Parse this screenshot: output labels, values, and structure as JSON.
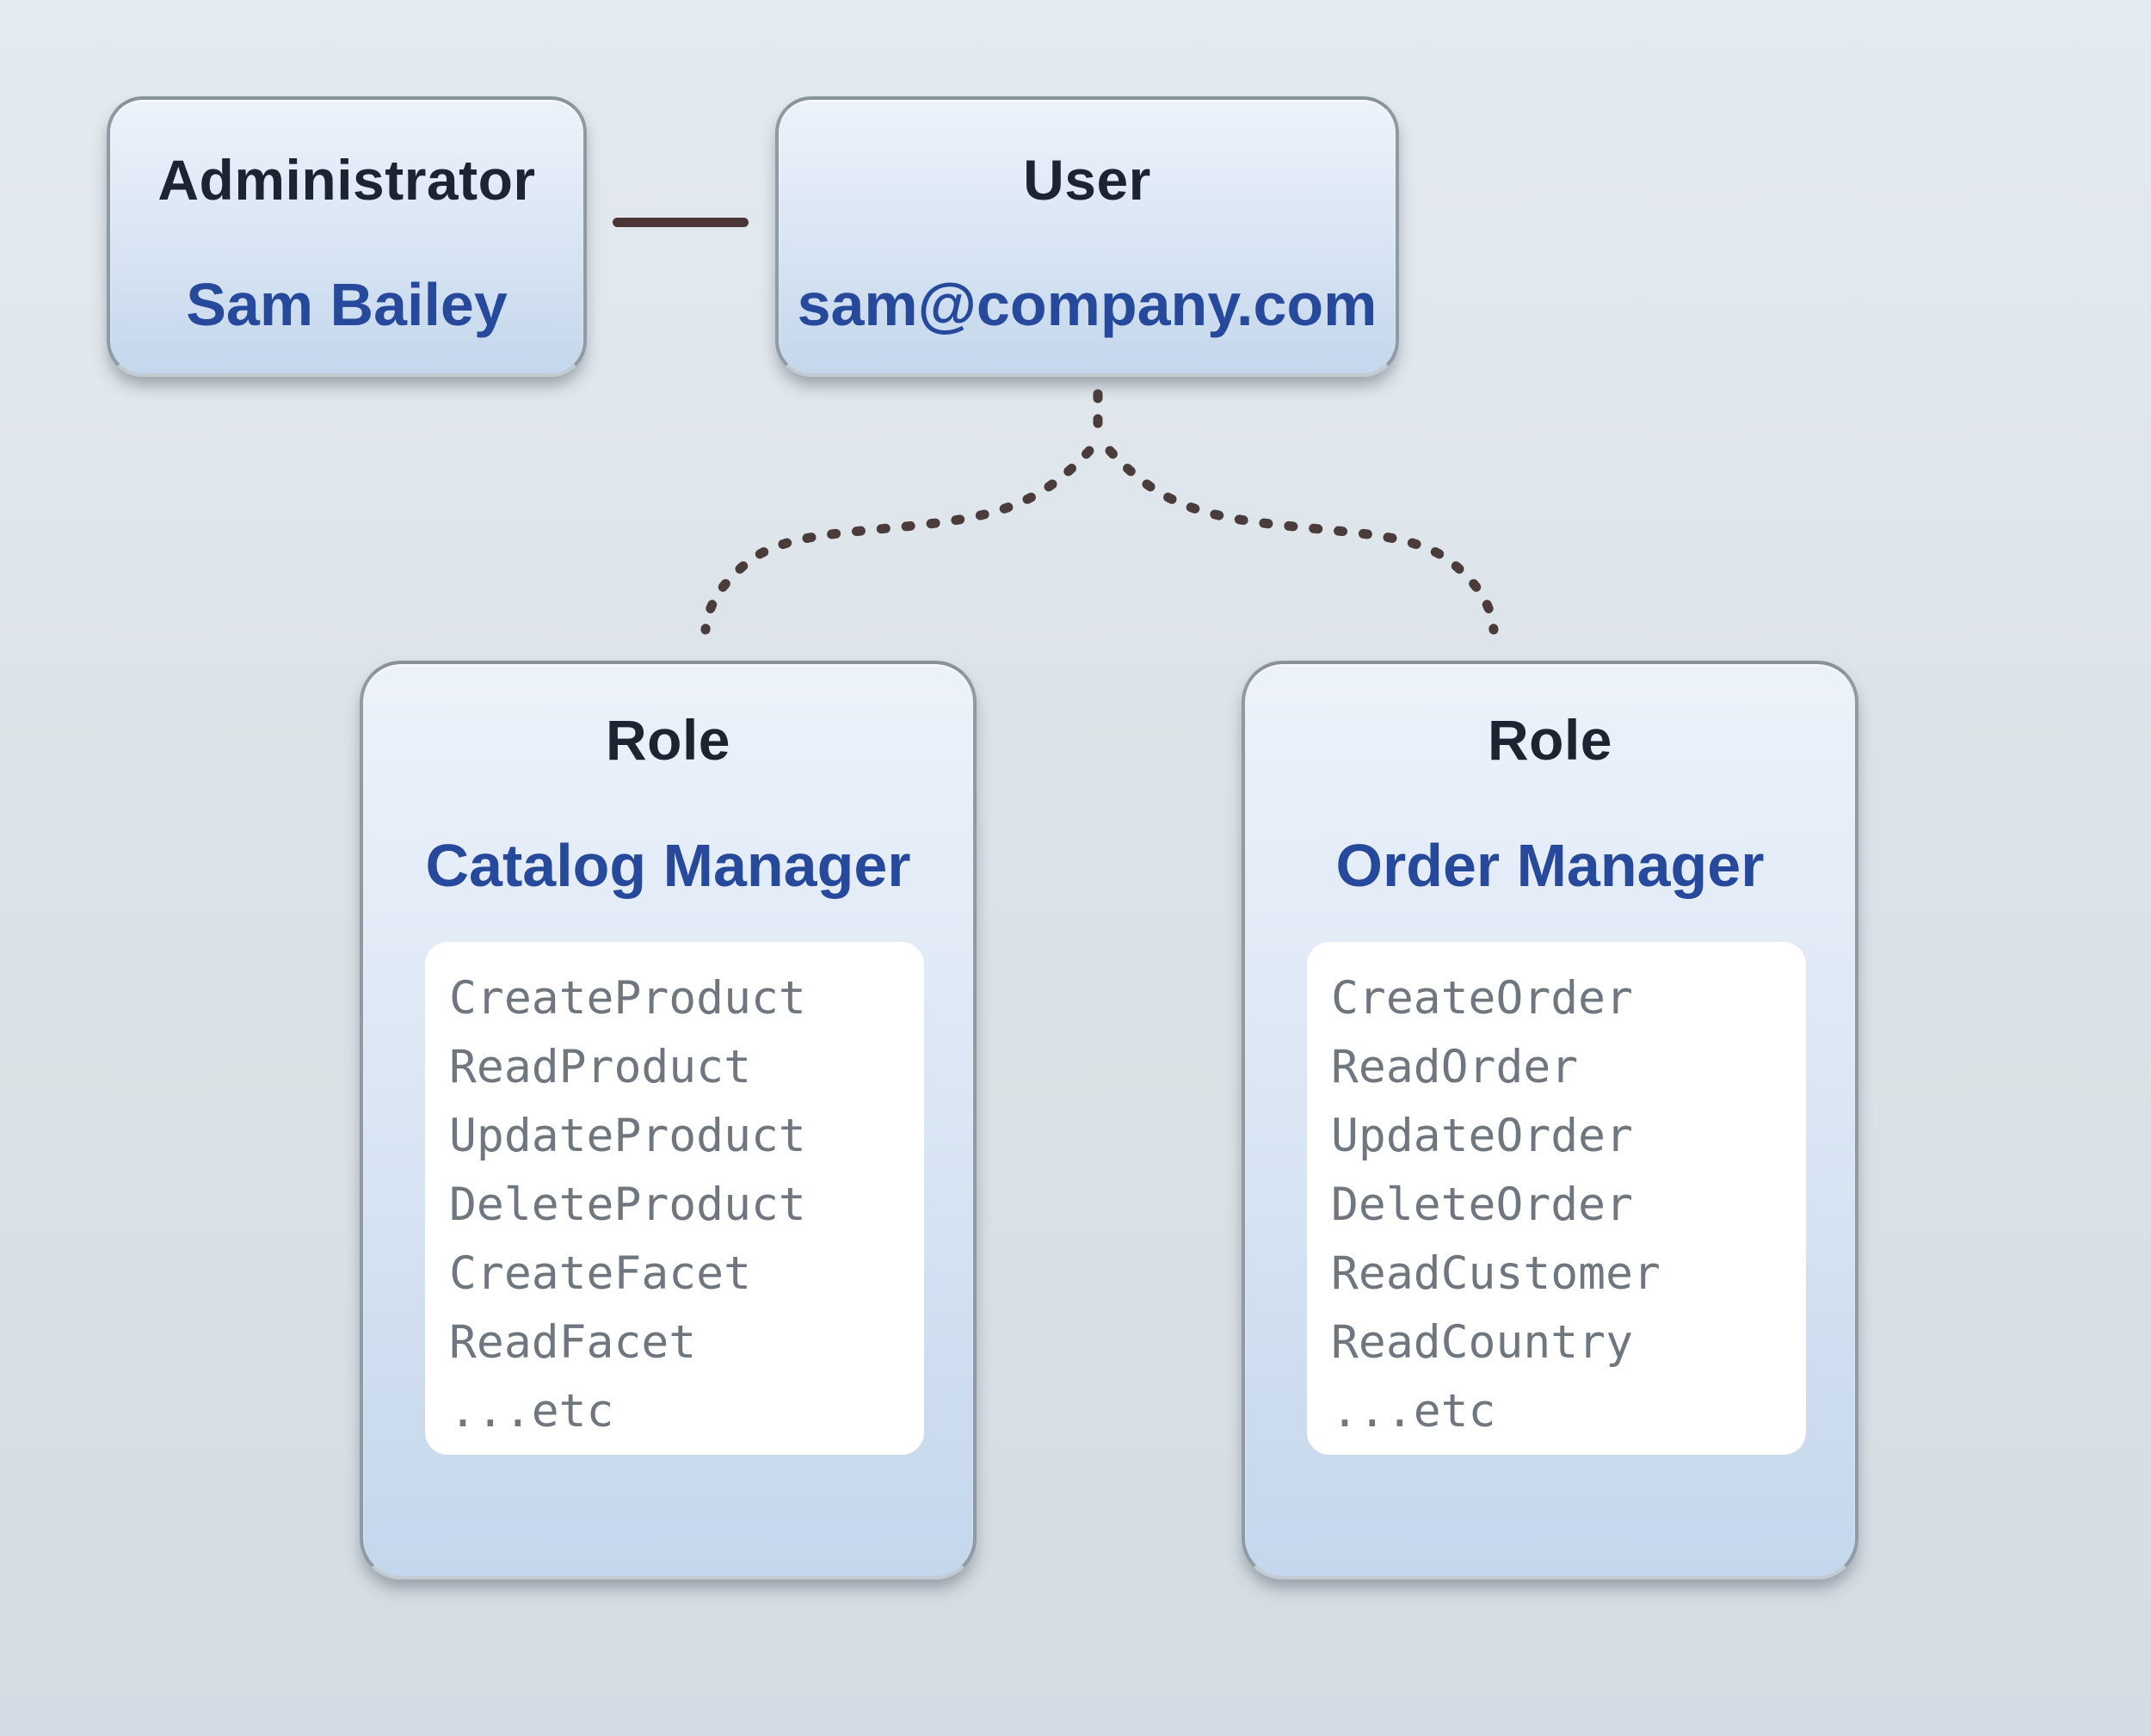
{
  "admin_card": {
    "title": "Administrator",
    "name": "Sam Bailey"
  },
  "user_card": {
    "title": "User",
    "email": "sam@company.com"
  },
  "roles": [
    {
      "title": "Role",
      "name": "Catalog Manager",
      "permissions": [
        "CreateProduct",
        "ReadProduct",
        "UpdateProduct",
        "DeleteProduct",
        "CreateFacet",
        "ReadFacet",
        "...etc"
      ]
    },
    {
      "title": "Role",
      "name": "Order Manager",
      "permissions": [
        "CreateOrder",
        "ReadOrder",
        "UpdateOrder",
        "DeleteOrder",
        "ReadCustomer",
        "ReadCountry",
        "...etc"
      ]
    }
  ],
  "colors": {
    "card_title_text": "#1c2431",
    "accent_blue_text": "#27499b",
    "permission_text": "#6f767e",
    "solid_link": "#4a3636",
    "dotted_link": "#4b3c3c",
    "card_fill_top": "#edf2fa",
    "card_fill_bottom": "#c4d7ec",
    "card_border": "#8f9aa2",
    "panel_fill": "#ffffff"
  }
}
